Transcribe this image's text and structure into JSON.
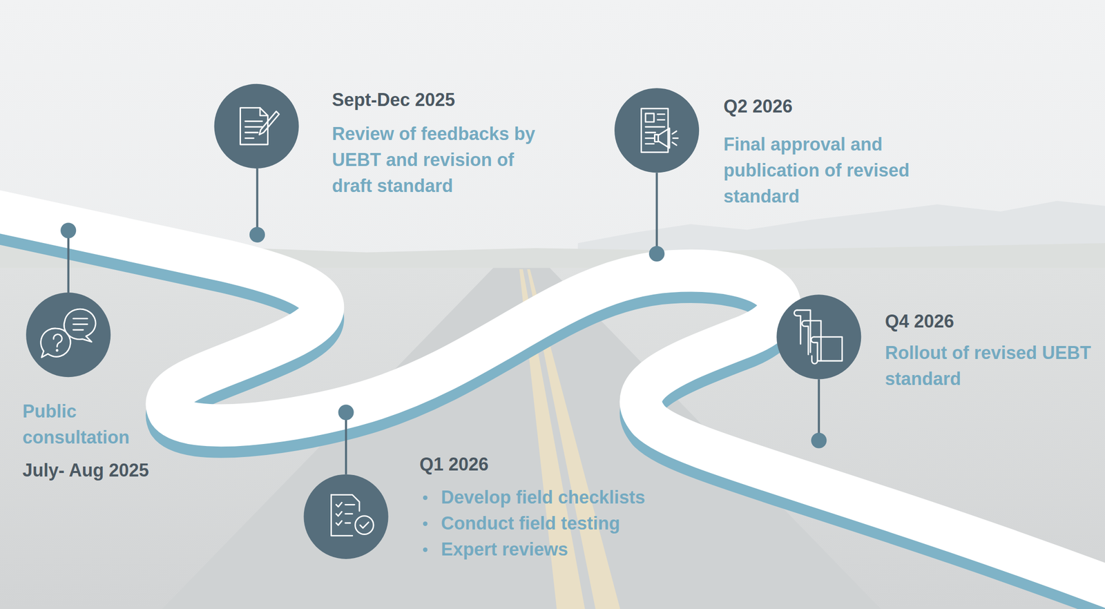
{
  "diagram": {
    "nodes": [
      {
        "text": [
          "Public consultation",
          "July- Aug 2025"
        ]
      },
      {
        "text": [
          "Sept-Dec 2025",
          "Review of feedbacks by UEBT and revision of draft standard"
        ]
      },
      {
        "text": [
          "Q1 2026",
          "Develop field checklists",
          "Conduct field testing",
          "Expert reviews"
        ]
      },
      {
        "text": [
          "Q2 2026",
          "Final approval and publication of revised standard"
        ]
      },
      {
        "text": [
          "Q4 2026",
          "Rollout of revised UEBT standard"
        ]
      }
    ]
  }
}
